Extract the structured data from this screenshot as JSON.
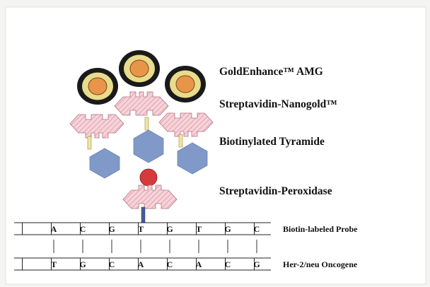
{
  "labels": {
    "gold_enhance": "GoldEnhance™ AMG",
    "streptavidin_nanogold": "Streptavidin-Nanogold™",
    "biotinylated_tyramide": "Biotinylated Tyramide",
    "streptavidin_peroxidase": "Streptavidin-Peroxidase",
    "biotin_probe": "Biotin-labeled Probe",
    "oncogene": "Her-2/neu Oncogene"
  },
  "probe_bases": [
    "A",
    "C",
    "G",
    "T",
    "G",
    "T",
    "G",
    "C"
  ],
  "oncogene_bases": [
    "T",
    "G",
    "C",
    "A",
    "C",
    "A",
    "C",
    "G"
  ],
  "colors": {
    "background": "#f4f4f2",
    "frame": "#ffffff",
    "gold_ring": "#1a1a1a",
    "gold_fill": "#e6d98a",
    "gold_core": "#e8954a",
    "streptavidin_fill": "#f3c9d0",
    "streptavidin_hatch": "#d98a99",
    "biotin_link": "#f1e6a0",
    "tyramide": "#7f99c9",
    "peroxidase": "#d63a3a",
    "probe_link": "#4a5a9a"
  }
}
